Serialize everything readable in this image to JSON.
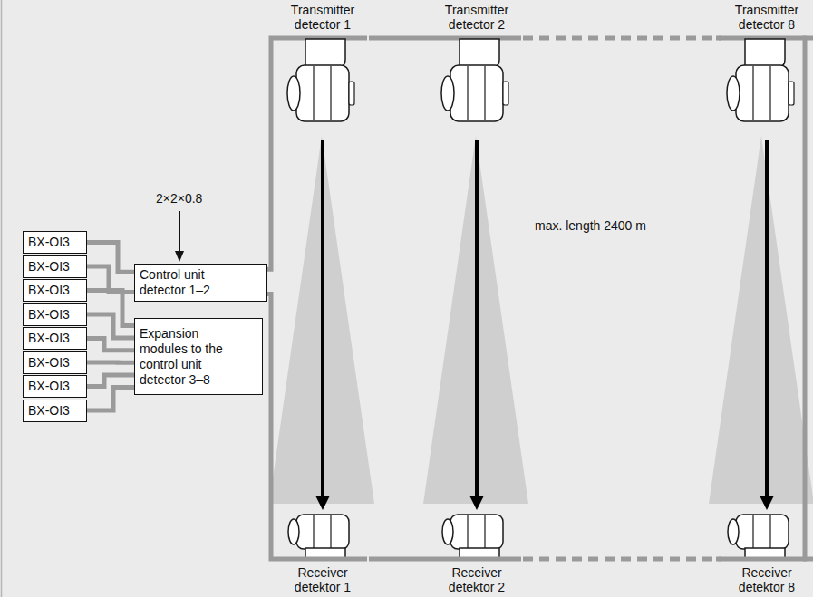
{
  "diagram": {
    "nodes": [
      {
        "text": [
          "Transmitter detector 1"
        ]
      },
      {
        "text": [
          "Transmitter detector 2"
        ]
      },
      {
        "text": [
          "Transmitter detector 8"
        ]
      },
      {
        "text": [
          "BX-OI3"
        ]
      },
      {
        "text": [
          "BX-OI3"
        ]
      },
      {
        "text": [
          "BX-OI3"
        ]
      },
      {
        "text": [
          "BX-OI3"
        ]
      },
      {
        "text": [
          "BX-OI3"
        ]
      },
      {
        "text": [
          "BX-OI3"
        ]
      },
      {
        "text": [
          "BX-OI3"
        ]
      },
      {
        "text": [
          "BX-OI3"
        ]
      },
      {
        "text": [
          "Control unit detector 1–2"
        ]
      },
      {
        "text": [
          "Expansion modules to the control unit detector 3–8"
        ]
      },
      {
        "text": [
          "Receiver detektor 1"
        ]
      },
      {
        "text": [
          "Receiver detektor 2"
        ]
      },
      {
        "text": [
          "Receiver detektor 8"
        ]
      }
    ],
    "edges": [
      {
        "from": 3,
        "to": 11,
        "arrow": "none"
      },
      {
        "from": 4,
        "to": 11,
        "arrow": "none"
      },
      {
        "from": 5,
        "to": 12,
        "arrow": "none"
      },
      {
        "from": 6,
        "to": 12,
        "arrow": "none"
      },
      {
        "from": 7,
        "to": 12,
        "arrow": "none"
      },
      {
        "from": 8,
        "to": 12,
        "arrow": "none"
      },
      {
        "from": 9,
        "to": 12,
        "arrow": "none"
      },
      {
        "from": 10,
        "to": 12,
        "arrow": "none"
      },
      {
        "from": 11,
        "to": 0,
        "arrow": "none"
      },
      {
        "from": 0,
        "to": 1,
        "arrow": "none"
      },
      {
        "from": 1,
        "to": 2,
        "arrow": "none"
      },
      {
        "from": 2,
        "to": 15,
        "arrow": "none"
      },
      {
        "from": 11,
        "to": 13,
        "arrow": "none"
      },
      {
        "from": 13,
        "to": 14,
        "arrow": "none"
      },
      {
        "from": 14,
        "to": 15,
        "arrow": "none"
      },
      {
        "from": 0,
        "to": 13,
        "arrow": "to"
      },
      {
        "from": 1,
        "to": 14,
        "arrow": "to"
      },
      {
        "from": 2,
        "to": 15,
        "arrow": "to"
      }
    ],
    "labels": [
      "2×2×0.8",
      "max. length 2400 m"
    ]
  }
}
